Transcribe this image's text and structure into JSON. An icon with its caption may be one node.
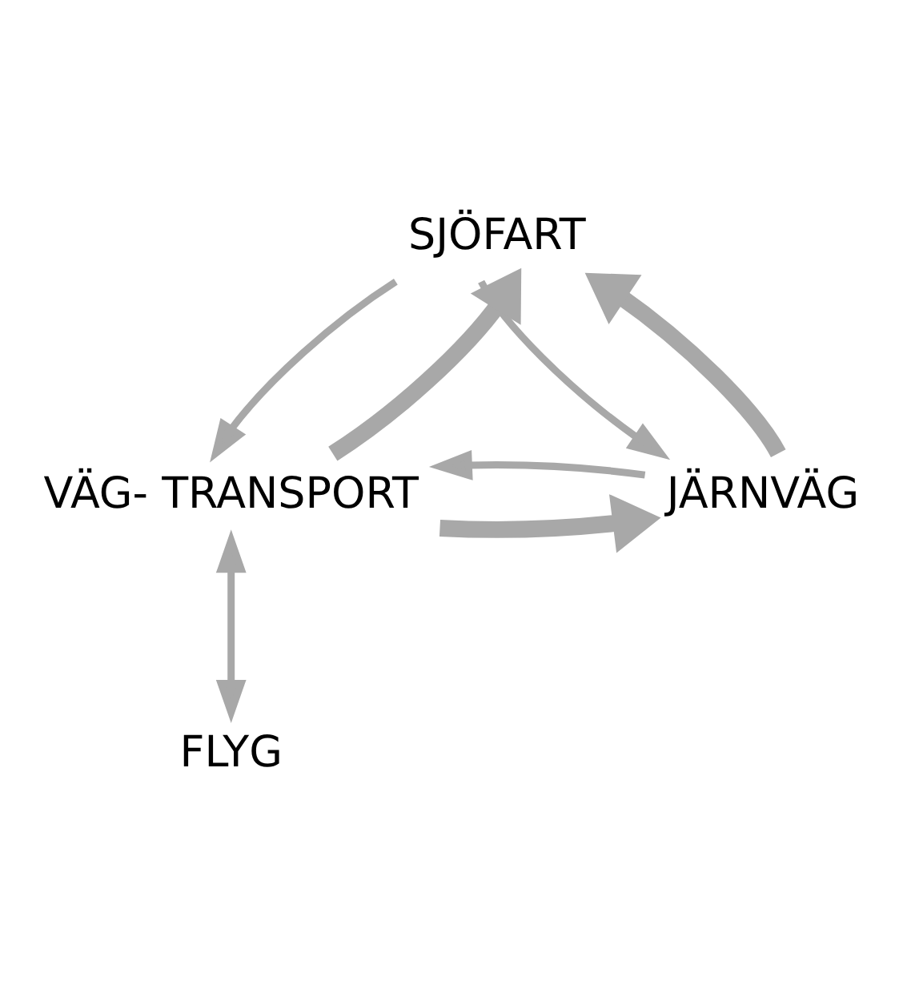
{
  "diagram": {
    "nodes": [
      {
        "text": [
          "SJÖFART"
        ]
      },
      {
        "text": [
          "VÄG- TRANSPORT"
        ]
      },
      {
        "text": [
          "JÄRNVÄG"
        ]
      },
      {
        "text": [
          "FLYG"
        ]
      }
    ],
    "edges": [
      {
        "from": 0,
        "to": 1,
        "arrow": "to"
      },
      {
        "from": 1,
        "to": 0,
        "arrow": "to",
        "style": "thick"
      },
      {
        "from": 2,
        "to": 0,
        "arrow": "to",
        "style": "thick"
      },
      {
        "from": 0,
        "to": 2,
        "arrow": "to"
      },
      {
        "from": 1,
        "to": 2,
        "arrow": "to",
        "style": "thick"
      },
      {
        "from": 2,
        "to": 1,
        "arrow": "to"
      },
      {
        "from": 1,
        "to": 3,
        "arrow": "both"
      }
    ]
  }
}
